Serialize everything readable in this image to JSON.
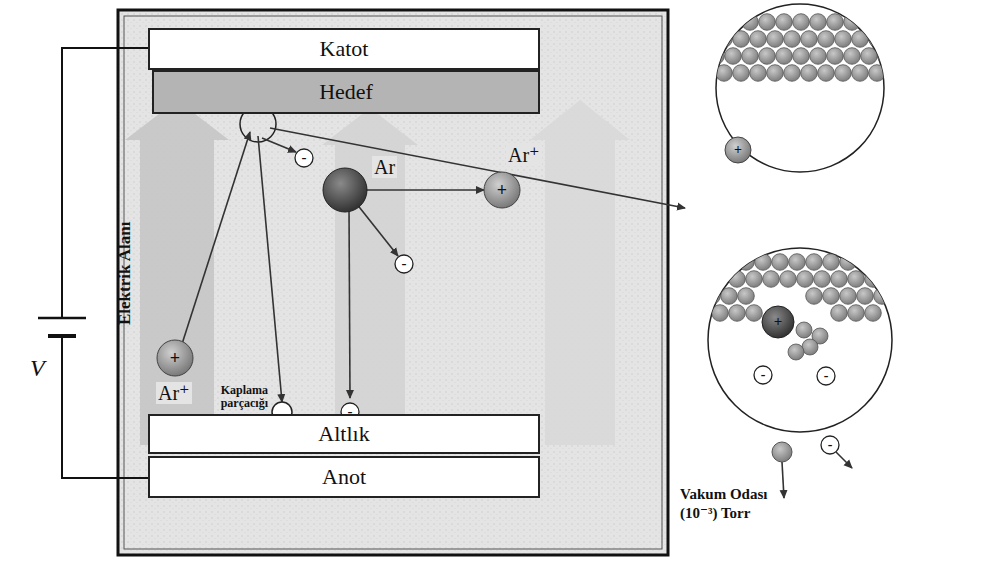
{
  "diagram": {
    "nodes": [
      {
        "text": [
          "Katot"
        ]
      },
      {
        "text": [
          "Hedef"
        ]
      },
      {
        "text": [
          "Altlık"
        ]
      },
      {
        "text": [
          "Anot"
        ]
      }
    ],
    "labels": [
      "Elektrik Alanı",
      "Ar⁺",
      "+",
      "Ar",
      "Ar⁺",
      "+",
      "-",
      "-",
      "-",
      "Kaplama parçacığı",
      "V",
      "Vakum Odası",
      "(10⁻³) Torr",
      "+",
      "+",
      "-",
      "-",
      "-"
    ]
  }
}
